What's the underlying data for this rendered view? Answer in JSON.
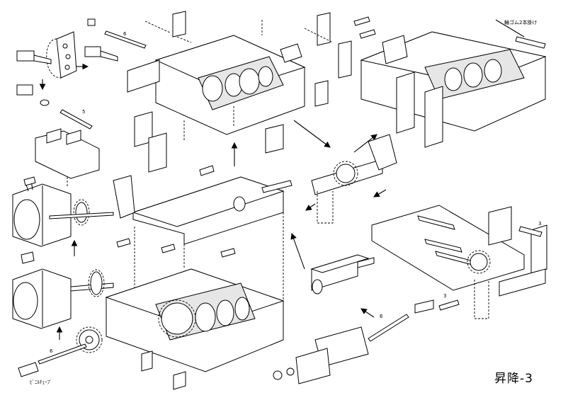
{
  "page": {
    "title": "昇降-3"
  },
  "labels": {
    "rubber_band": "輪ゴム2本掛け",
    "vinyl_tube": "ﾋﾞﾆﾙﾁｭｰﾌﾞ",
    "axle_6_top": "6",
    "axle_5": "5",
    "axle_6_bottom_left": "6",
    "axle_6_bottom_right": "6",
    "axle_3_right": "3",
    "axle_3_lower": "3"
  }
}
